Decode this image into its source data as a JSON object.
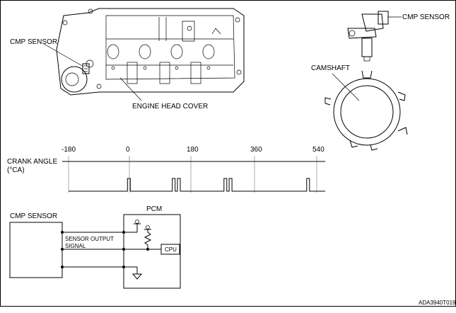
{
  "diagram": {
    "labels": {
      "cmp_sensor_engine": "CMP SENSOR",
      "engine_head_cover": "ENGINE HEAD COVER",
      "cmp_sensor_part": "CMP SENSOR",
      "camshaft": "CAMSHAFT",
      "crank_angle_line1": "CRANK ANGLE",
      "crank_angle_line2": "(°CA)",
      "cmp_sensor_box": "CMP SENSOR",
      "sensor_output_line1": "SENSOR OUTPUT",
      "sensor_output_line2": "SIGNAL",
      "pcm": "PCM",
      "cpu": "CPU",
      "figure_code": "ADA3940T019"
    },
    "crank_ticks": [
      "-180",
      "0",
      "180",
      "360",
      "540"
    ],
    "pulse_positions_deg": [
      -5,
      125,
      140,
      275,
      290,
      515
    ]
  }
}
